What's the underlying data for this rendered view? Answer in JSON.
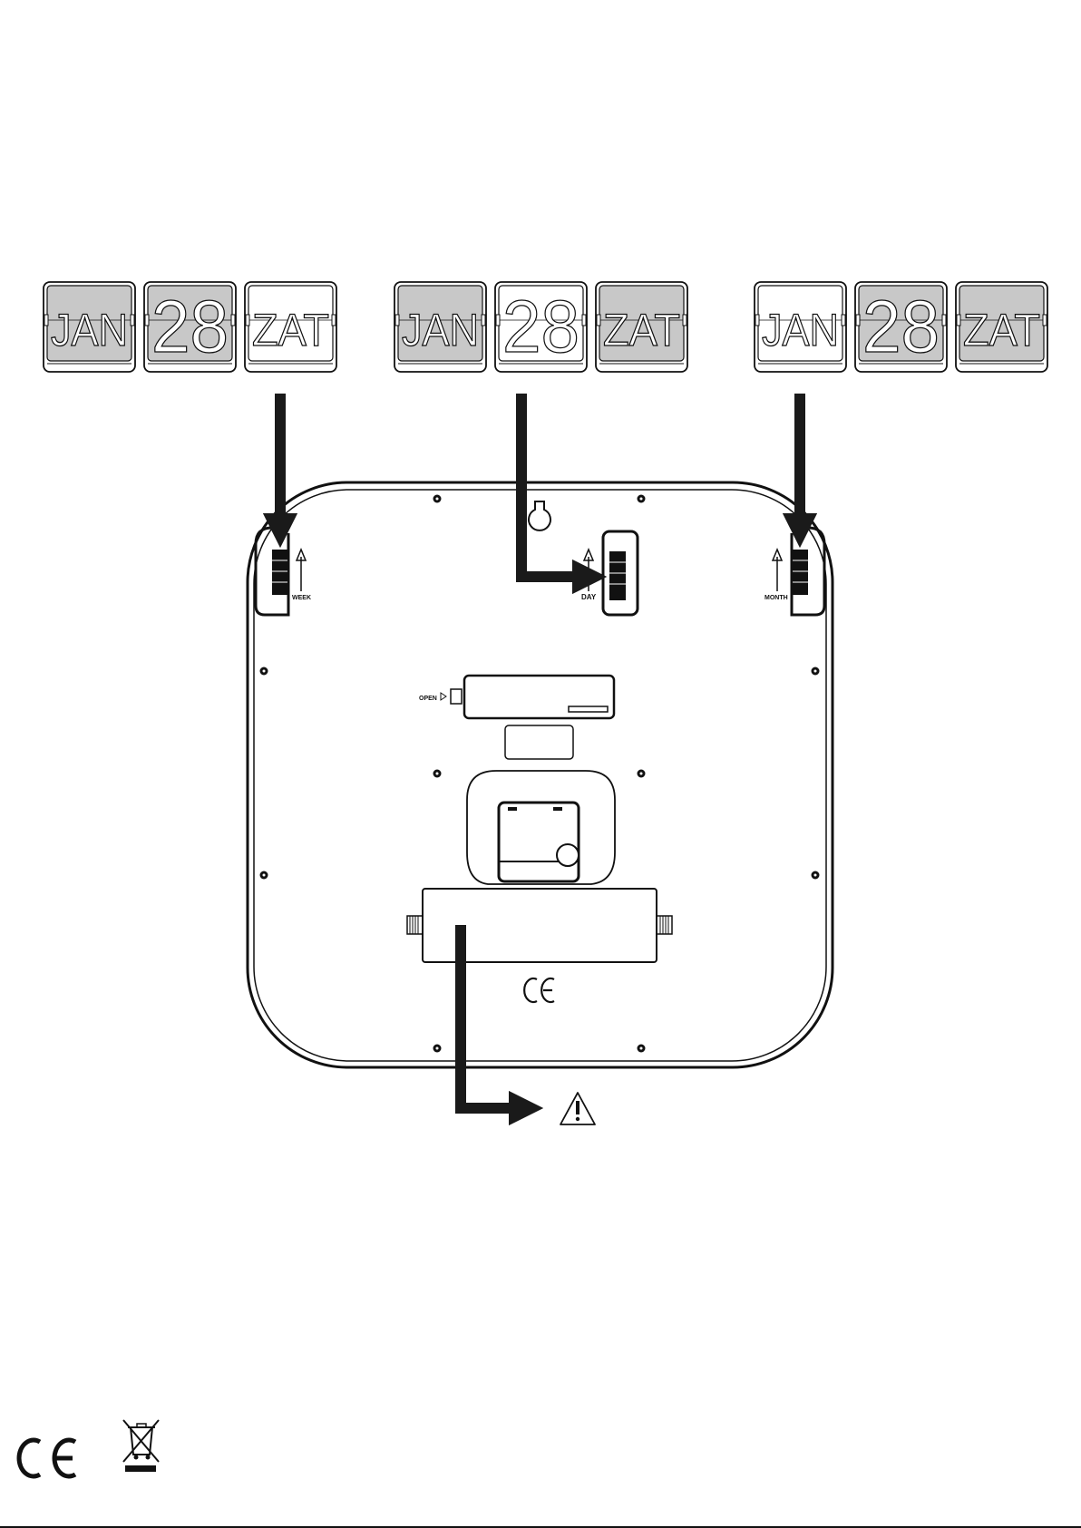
{
  "flip_sets": [
    {
      "id": "week",
      "cards": [
        {
          "text": "JAN",
          "shaded": true
        },
        {
          "text": "28",
          "shaded": true
        },
        {
          "text": "ZAT",
          "shaded": false
        }
      ]
    },
    {
      "id": "day",
      "cards": [
        {
          "text": "JAN",
          "shaded": true
        },
        {
          "text": "28",
          "shaded": false
        },
        {
          "text": "ZAT",
          "shaded": true
        }
      ]
    },
    {
      "id": "month",
      "cards": [
        {
          "text": "JAN",
          "shaded": false
        },
        {
          "text": "28",
          "shaded": true
        },
        {
          "text": "ZAT",
          "shaded": true
        }
      ]
    }
  ],
  "wheel_labels": {
    "week": "WEEK",
    "day": "DAY",
    "month": "MONTH"
  },
  "battery_label": "OPEN",
  "colors": {
    "line": "#111111",
    "card_shade": "#c8c8c8",
    "arrow": "#1a1a1a"
  },
  "icons": [
    "ce-mark-icon",
    "weee-bin-icon",
    "warning-icon",
    "hanging-hole-icon",
    "screw-icon"
  ]
}
